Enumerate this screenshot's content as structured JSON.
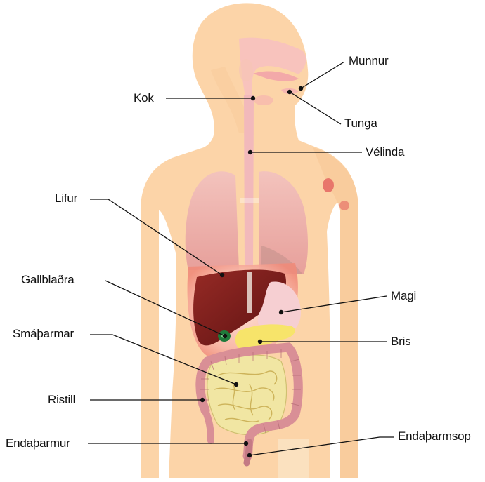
{
  "diagram": {
    "labels": {
      "munnur": "Munnur",
      "kok": "Kok",
      "tunga": "Tunga",
      "velinda": "Vélinda",
      "lifur": "Lifur",
      "gallbladra": "Gallblaðra",
      "magi": "Magi",
      "smatharmar": "Smáþarmar",
      "bris": "Bris",
      "ristill": "Ristill",
      "endatharmur": "Endaþarmur",
      "endatharmsop": "Endaþarmsop"
    },
    "colors": {
      "skin": "#fcd4a8",
      "skin_shadow": "#f6c08a",
      "lungs": "#eeb2ac",
      "liver": "#7a1c1c",
      "stomach": "#f6cfd2",
      "pancreas": "#f7e46a",
      "intestine": "#f1e6a3",
      "colon": "#d98f96",
      "gallbladder": "#1f7a3a",
      "esophagus": "#f2b9bb"
    }
  }
}
